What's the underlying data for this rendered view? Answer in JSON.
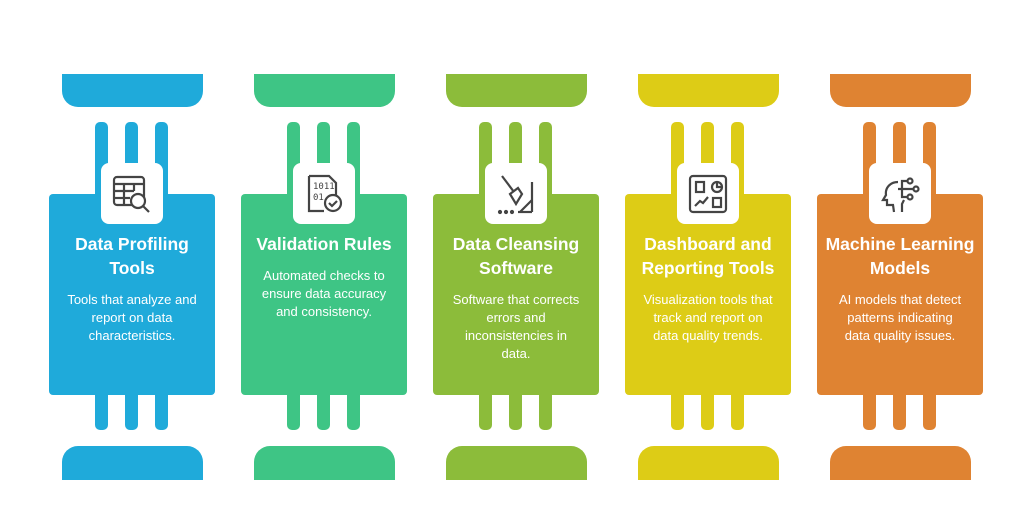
{
  "columns": [
    {
      "title": "Data Profiling Tools",
      "description": "Tools that analyze and report on data characteristics.",
      "color": "#1FAADA",
      "icon": "table-search-icon"
    },
    {
      "title": "Validation Rules",
      "description": "Automated checks to ensure data accuracy and consistency.",
      "color": "#3EC585",
      "icon": "binary-file-check-icon"
    },
    {
      "title": "Data Cleansing Software",
      "description": "Software that corrects errors and inconsistencies in data.",
      "color": "#8CBC3A",
      "icon": "broom-icon"
    },
    {
      "title": "Dashboard and Reporting Tools",
      "description": "Visualization tools that track and report on data quality trends.",
      "color": "#DDCC16",
      "icon": "dashboard-icon"
    },
    {
      "title": "Machine Learning Models",
      "description": "AI models that detect patterns indicating data quality issues.",
      "color": "#DF8332",
      "icon": "ai-head-icon"
    }
  ]
}
